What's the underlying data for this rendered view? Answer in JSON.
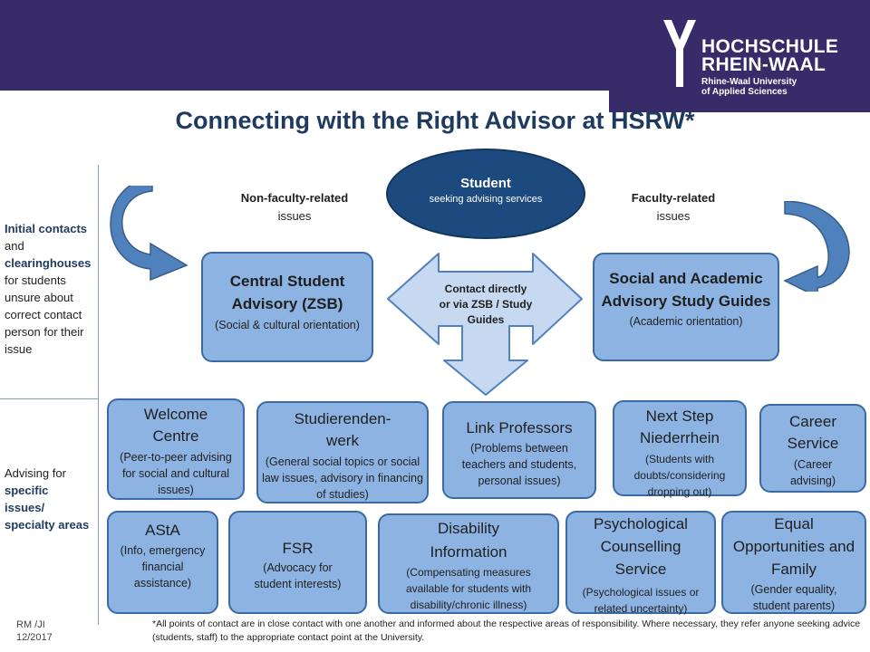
{
  "logo": {
    "line1": "HOCHSCHULE",
    "line2": "RHEIN-WAAL",
    "line3": "Rhine-Waal University",
    "line4": "of Applied Sciences"
  },
  "title": "Connecting with the Right Advisor at HSRW*",
  "colors": {
    "header_bg": "#372b6a",
    "box_fill": "#8db3e2",
    "box_border": "#3a6aa3",
    "student_fill": "#1c4a7e",
    "arrow_fill": "#c6d9f1"
  },
  "side": {
    "initial": {
      "b1": "Initial contacts",
      "t1": "and",
      "b2": "clearinghouses",
      "t2": "for students unsure about correct contact person for their issue"
    },
    "advising": {
      "t1": "Advising for",
      "b1": "specific issues/ specialty areas"
    }
  },
  "headers": {
    "left": {
      "bold": "Non-faculty-related",
      "normal": "issues"
    },
    "right": {
      "bold": "Faculty-related",
      "normal": "issues"
    }
  },
  "student": {
    "title": "Student",
    "subtitle": "seeking advising services"
  },
  "center_arrow_label": "Contact directly or via ZSB / Study Guides",
  "zsb": {
    "title": "Central Student Advisory (ZSB)",
    "subtitle": "(Social & cultural orientation)"
  },
  "saa": {
    "title": "Social and Academic Advisory Study Guides",
    "subtitle": "(Academic orientation)"
  },
  "row1": [
    {
      "title": "Welcome Centre",
      "subtitle": "(Peer-to-peer advising for social and cultural issues)"
    },
    {
      "title": "Studierenden-werk",
      "subtitle": "(General social topics or social law issues, advisory in financing of studies)"
    },
    {
      "title": "Link Professors",
      "subtitle": "(Problems between teachers and students, personal issues)"
    },
    {
      "title": "Next Step Niederrhein",
      "subtitle": "(Students with doubts/considering dropping out)"
    },
    {
      "title": "Career Service",
      "subtitle": "(Career advising)"
    }
  ],
  "row2": [
    {
      "title": "AStA",
      "subtitle": "(Info, emergency financial assistance)"
    },
    {
      "title": "FSR",
      "subtitle": "(Advocacy for student interests)"
    },
    {
      "title": "Disability Information",
      "subtitle": "(Compensating measures available for students with disability/chronic illness)"
    },
    {
      "title": "Psychological Counselling Service",
      "subtitle": "(Psychological issues or related uncertainty)"
    },
    {
      "title": "Equal Opportunities and Family",
      "subtitle": "(Gender equality, student parents)"
    }
  ],
  "footnote": "*All points of contact are in close contact with one another and informed about the respective areas of responsibility. Where necessary, they refer anyone seeking advice (students, staff) to the appropriate contact point at the University.",
  "author": "RM /JI",
  "date": "12/2017"
}
